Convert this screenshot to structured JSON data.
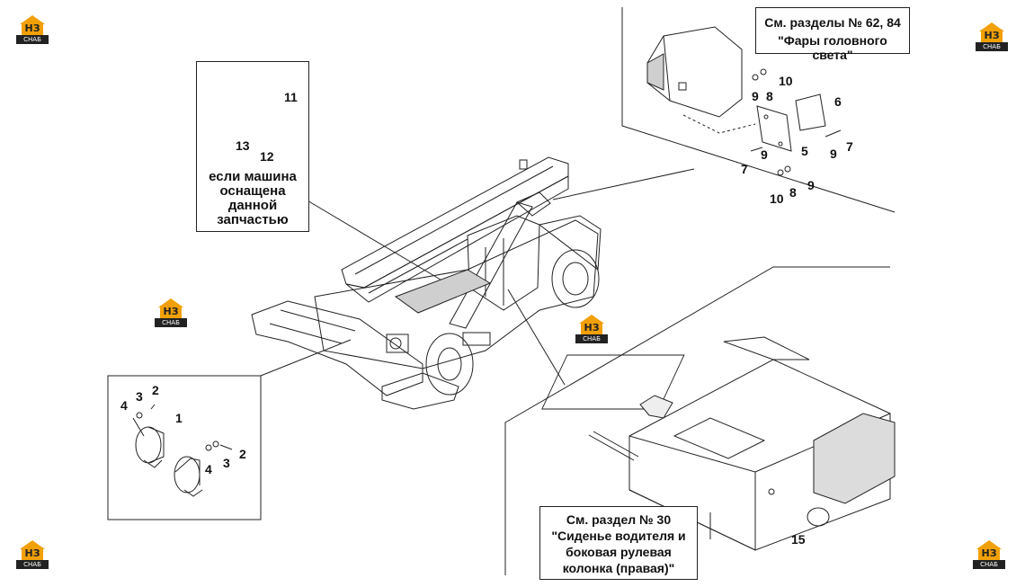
{
  "logos": {
    "top": "НЗ",
    "bottom": "СНАБ"
  },
  "boxes": {
    "headlights": {
      "line1": "См. разделы № 62, 84",
      "line2": "\"Фары головного света\""
    },
    "optional": {
      "line1": "если машина",
      "line2": "оснащена",
      "line3": "данной",
      "line4": "запчастью"
    },
    "seat": {
      "line1": "См. раздел № 30",
      "line2": "\"Сиденье водителя и",
      "line3": "боковая рулевая",
      "line4": "колонка (правая)\""
    }
  },
  "callouts": {
    "c1": "1",
    "c2a": "2",
    "c2b": "2",
    "c3a": "3",
    "c3b": "3",
    "c4a": "4",
    "c4b": "4",
    "c5": "5",
    "c6": "6",
    "c7a": "7",
    "c7b": "7",
    "c8a": "8",
    "c8b": "8",
    "c9a": "9",
    "c9b": "9",
    "c9c": "9",
    "c9d": "9",
    "c10a": "10",
    "c10b": "10",
    "c11": "11",
    "c12": "12",
    "c13": "13",
    "c15": "15"
  }
}
